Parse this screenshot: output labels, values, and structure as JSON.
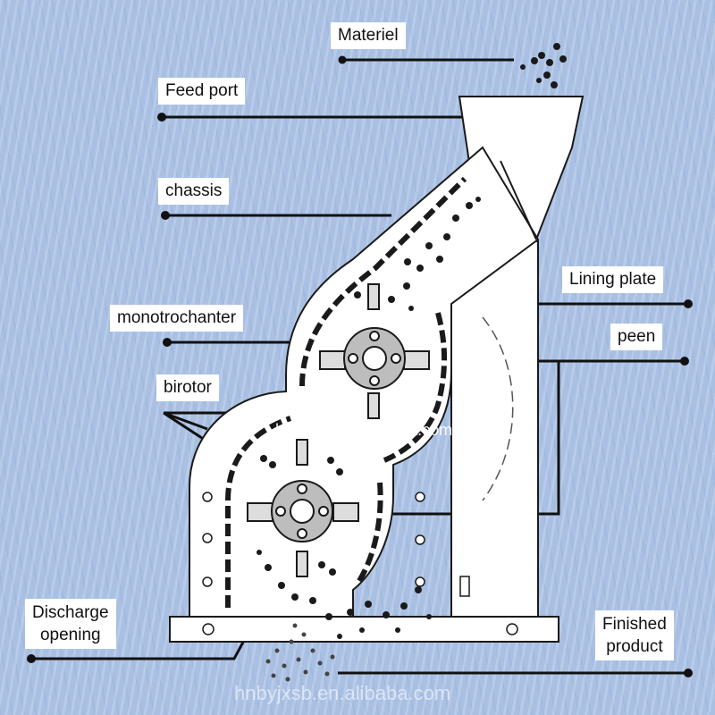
{
  "labels": {
    "materiel": "Materiel",
    "feed_port": "Feed port",
    "chassis": "chassis",
    "lining_plate": "Lining plate",
    "monotrochanter": "monotrochanter",
    "peen": "peen",
    "birotor": "birotor",
    "discharge_line1": "Discharge",
    "discharge_line2": "opening",
    "finished_line1": "Finished",
    "finished_line2": "product"
  },
  "watermarks": {
    "center": "hnbyjxsb.en.alibaba.com",
    "bottom": "hnbyjxsb.en.alibaba.com"
  },
  "colors": {
    "background": "#a9c0e3",
    "machine": "#ffffff",
    "outline": "#1a1a1a",
    "rotor": "#bdbdbd"
  }
}
